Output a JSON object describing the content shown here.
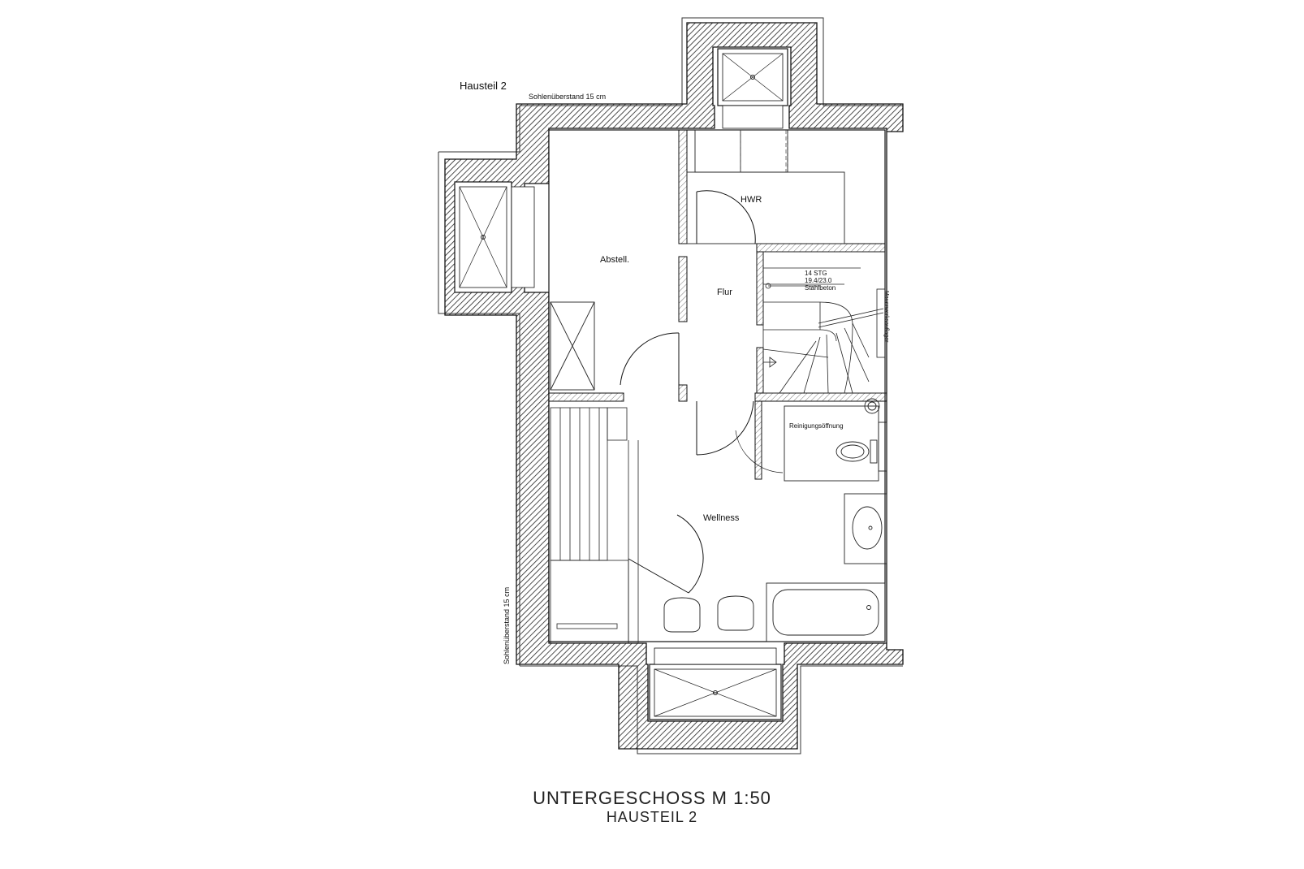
{
  "drawing": {
    "title": "UNTERGESCHOSS  M 1:50",
    "subtitle": "HAUSTEIL 2",
    "section_label": "Hausteil 2",
    "notes": {
      "footing_top": "Sohlenüberstand 15 cm",
      "footing_left": "Sohlenüberstand 15 cm"
    },
    "rooms": {
      "storage": "Abstell.",
      "utility": "HWR",
      "hallway": "Flur",
      "wellness": "Wellness"
    },
    "stair": {
      "line1": "14 STG",
      "line2": "19.4/23.0",
      "line3": "Stahlbeton"
    },
    "annotations": {
      "cleaning_opening": "Reinigungsöffnung",
      "wall_support": "Mauerwerksauflager"
    }
  }
}
